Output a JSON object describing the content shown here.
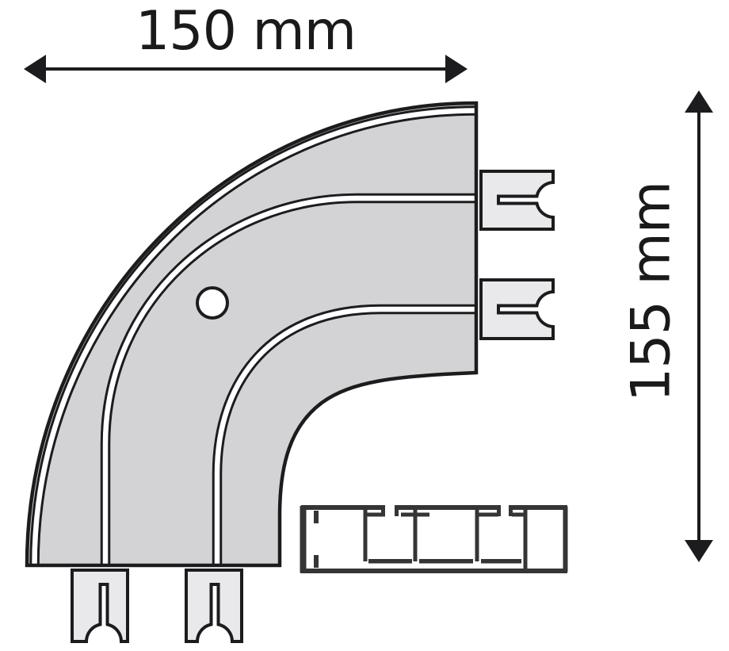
{
  "diagram": {
    "type": "technical-dimension-drawing",
    "width_label": "150 mm",
    "height_label": "155 mm",
    "colors": {
      "outline": "#1c1c1e",
      "body_fill": "#d3d3d5",
      "tongue_fill": "#e9e9eb",
      "groove_white": "#ffffff",
      "profile_stroke": "#353537",
      "label_text": "#1a1a1a",
      "background": "#ffffff"
    },
    "icons": [
      "horizontal-double-arrow",
      "vertical-double-arrow"
    ],
    "parts": [
      "curved-corner-rail-body",
      "outer-channel-groove",
      "inner-channel-groove",
      "mounting-hole",
      "connector-tongue-bottom-left",
      "connector-tongue-bottom-right",
      "connector-tongue-right-top",
      "connector-tongue-right-bottom",
      "rail-profile-cross-section"
    ]
  }
}
